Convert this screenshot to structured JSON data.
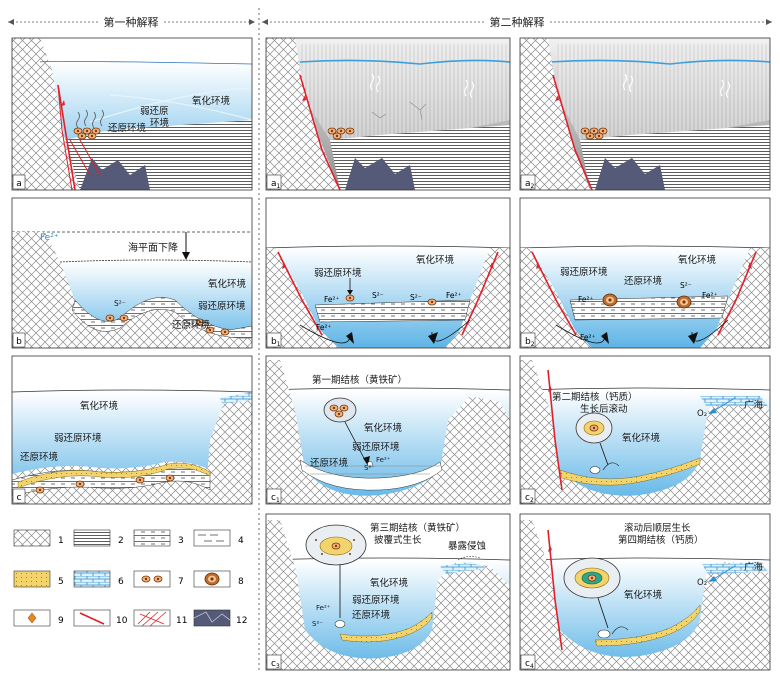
{
  "headers": {
    "first": "第一种解释",
    "second": "第二种解释"
  },
  "panels": {
    "a": {
      "tag": "a",
      "labels": [
        "氧化环境",
        "弱还原",
        "环境",
        "还原环境"
      ]
    },
    "a1": {
      "tag": "a",
      "sub": "1"
    },
    "a2": {
      "tag": "a",
      "sub": "2"
    },
    "b": {
      "tag": "b",
      "labels": [
        "Fe²⁺",
        "海平面下降",
        "氧化环境",
        "弱还原环境",
        "还原环境",
        "S²⁻"
      ]
    },
    "b1": {
      "tag": "b",
      "sub": "1",
      "labels": [
        "氧化环境",
        "弱还原环境",
        "S²⁻",
        "S²⁻",
        "Fe²⁺",
        "Fe²⁺",
        "Fe²⁺"
      ]
    },
    "b2": {
      "tag": "b",
      "sub": "2",
      "labels": [
        "氧化环境",
        "弱还原环境",
        "还原环境",
        "S²⁻",
        "Fe²⁺",
        "Fe²⁺",
        "Fe²⁺"
      ]
    },
    "c": {
      "tag": "c",
      "labels": [
        "氧化环境",
        "弱还原环境",
        "还原环境"
      ]
    },
    "c1": {
      "tag": "c",
      "sub": "1",
      "labels": [
        "第一期结核（黄铁矿）",
        "氧化环境",
        "弱还原环境",
        "还原环境",
        "S²⁻",
        "Fe²⁺"
      ]
    },
    "c2": {
      "tag": "c",
      "sub": "2",
      "labels": [
        "第二期结核（钙质）",
        "生长后滚动",
        "广海",
        "O₂",
        "氧化环境"
      ]
    },
    "c3": {
      "tag": "c",
      "sub": "3",
      "labels": [
        "第三期结核（黄铁矿）",
        "披覆式生长",
        "暴露侵蚀",
        "氧化环境",
        "弱还原环境",
        "还原环境",
        "Fe²⁺",
        "S²⁻"
      ]
    },
    "c4": {
      "tag": "c",
      "sub": "4",
      "labels": [
        "滚动后顺层生长",
        "第四期结核（钙质）",
        "广海",
        "O₂",
        "氧化环境"
      ]
    }
  },
  "legend": [
    "1",
    "2",
    "3",
    "4",
    "5",
    "6",
    "7",
    "8",
    "9",
    "10",
    "11",
    "12"
  ],
  "colors": {
    "water_top": "#ffffff",
    "water_bottom": "#5db4e6",
    "fault": "#e0202a",
    "sand": "#f3d36b",
    "limestone": "#3aa0dc",
    "nodule": "#b05a2a",
    "nodule_fill": "#f4b27a",
    "hatch": "#7d7d7d",
    "shale": "#555a78"
  }
}
